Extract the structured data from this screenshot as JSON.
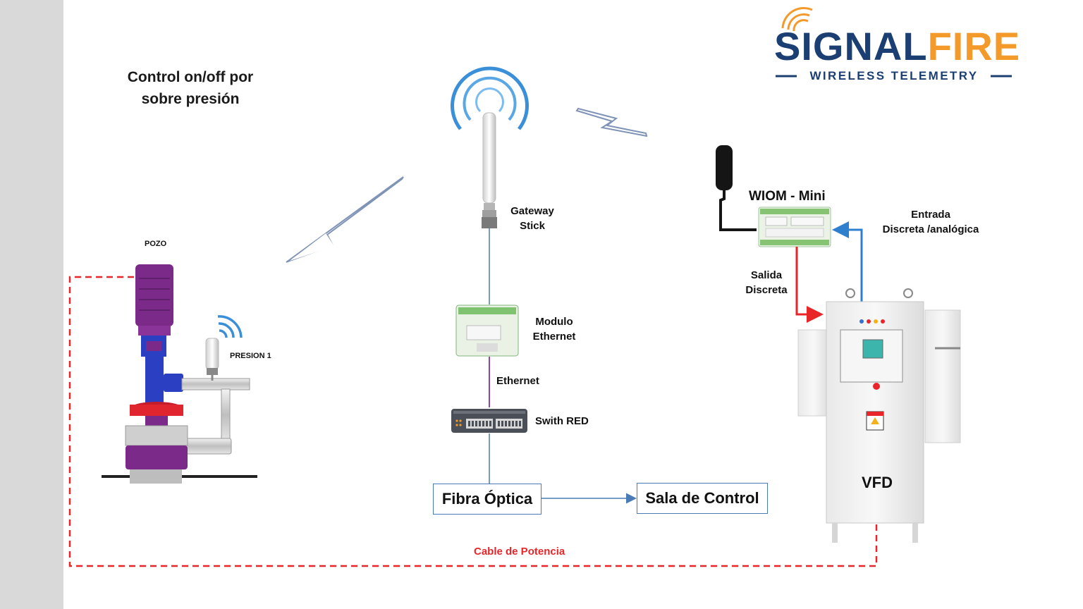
{
  "title_line1": "Control on/off por",
  "title_line2": "sobre presión",
  "logo": {
    "word_signal": "SIGNAL",
    "word_fire": "FIRE",
    "tagline": "WIRELESS  TELEMETRY",
    "color_primary": "#1b3f73",
    "color_accent": "#f39a2b"
  },
  "labels": {
    "pozo": "POZO",
    "presion": "PRESION 1",
    "gateway_line1": "Gateway",
    "gateway_line2": "Stick",
    "modulo_line1": "Modulo",
    "modulo_line2": "Ethernet",
    "ethernet": "Ethernet",
    "switch": "Swith RED",
    "wiom": "WIOM - Mini",
    "entrada_line1": "Entrada",
    "entrada_line2": "Discreta /analógica",
    "salida_line1": "Salida",
    "salida_line2": "Discreta",
    "vfd": "VFD",
    "cable": "Cable de Potencia"
  },
  "boxes": {
    "fibra": "Fibra Óptica",
    "sala": "Sala de Control"
  },
  "colors": {
    "power_cable": "#e8262a",
    "signal_line": "#4a7bb5",
    "ethernet_line": "#8e44ad",
    "output_arrow": "#e8262a",
    "input_arrow": "#2f7fcf"
  }
}
